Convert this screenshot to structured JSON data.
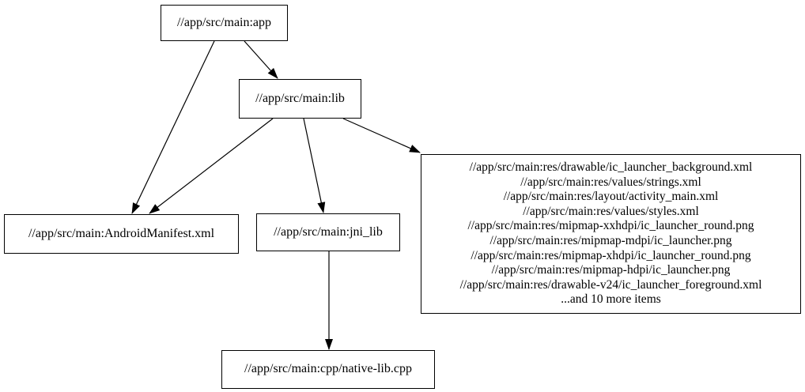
{
  "colors": {
    "background": "#ffffff",
    "node_border": "#000000",
    "node_fill": "#ffffff",
    "text": "#000000",
    "edge": "#000000"
  },
  "graph": {
    "nodes": {
      "app": {
        "label": "//app/src/main:app"
      },
      "lib": {
        "label": "//app/src/main:lib"
      },
      "android_manifest": {
        "label": "//app/src/main:AndroidManifest.xml"
      },
      "jni_lib": {
        "label": "//app/src/main:jni_lib"
      },
      "res_group": {
        "lines": [
          "//app/src/main:res/drawable/ic_launcher_background.xml",
          "//app/src/main:res/values/strings.xml",
          "//app/src/main:res/layout/activity_main.xml",
          "//app/src/main:res/values/styles.xml",
          "//app/src/main:res/mipmap-xxhdpi/ic_launcher_round.png",
          "//app/src/main:res/mipmap-mdpi/ic_launcher.png",
          "//app/src/main:res/mipmap-xhdpi/ic_launcher_round.png",
          "//app/src/main:res/mipmap-hdpi/ic_launcher.png",
          "//app/src/main:res/drawable-v24/ic_launcher_foreground.xml",
          "...and 10 more items"
        ]
      },
      "native_lib": {
        "label": "//app/src/main:cpp/native-lib.cpp"
      }
    },
    "edges": [
      {
        "from": "app",
        "to": "lib"
      },
      {
        "from": "app",
        "to": "android_manifest"
      },
      {
        "from": "lib",
        "to": "android_manifest"
      },
      {
        "from": "lib",
        "to": "jni_lib"
      },
      {
        "from": "lib",
        "to": "res_group"
      },
      {
        "from": "jni_lib",
        "to": "native_lib"
      }
    ]
  }
}
